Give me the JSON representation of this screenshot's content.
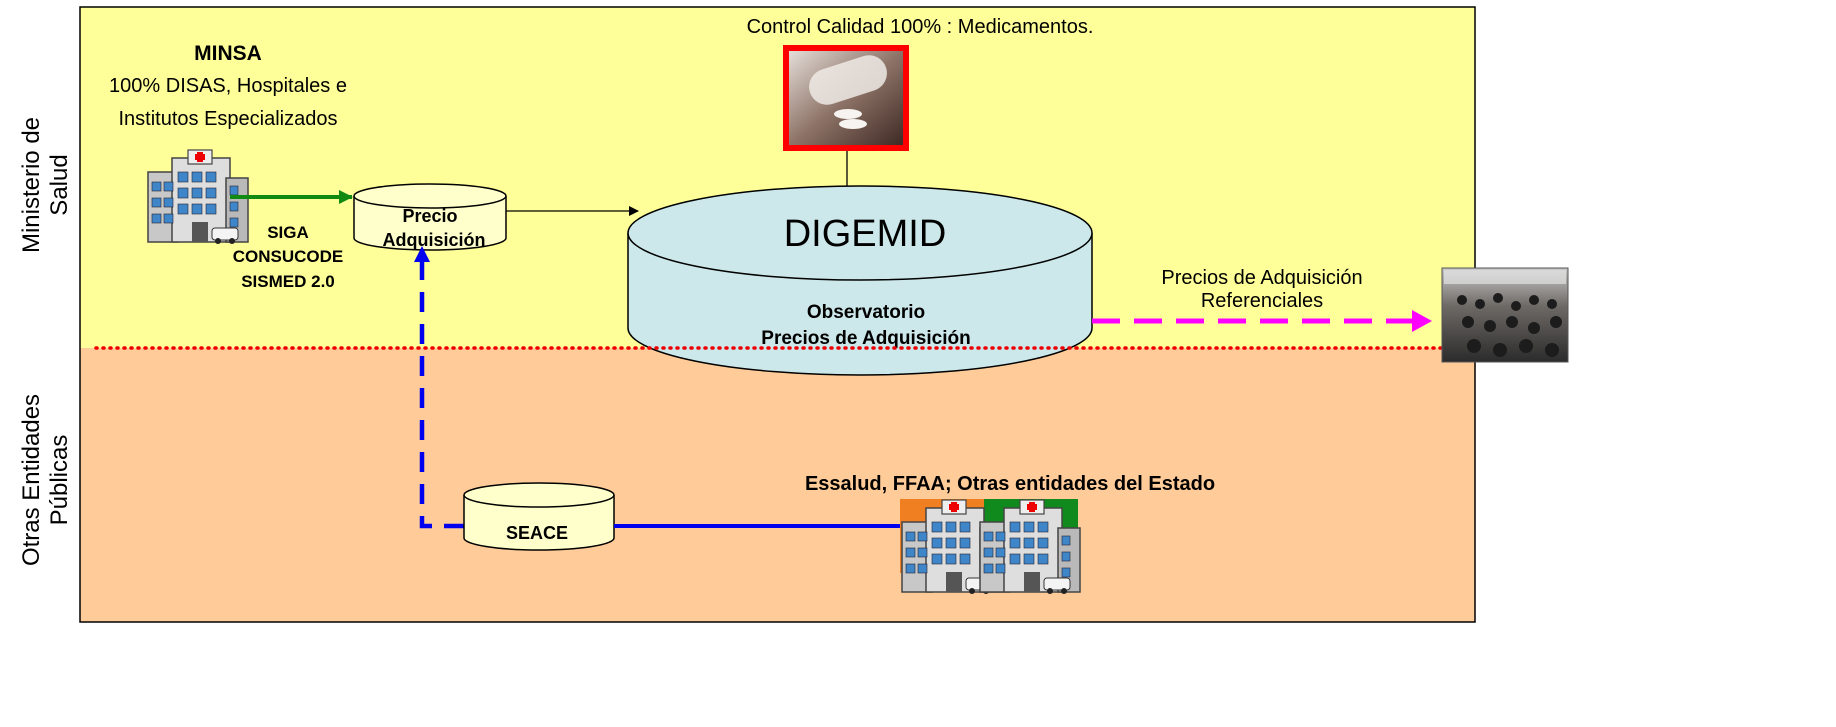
{
  "side_labels": {
    "top": [
      "Ministerio de",
      "Salud"
    ],
    "bottom": [
      "Otras Entidades",
      "Públicas"
    ]
  },
  "minsa": {
    "title": "MINSA",
    "lines": [
      "100% DISAS, Hospitales e",
      "Institutos Especializados"
    ]
  },
  "systems": [
    "SIGA",
    "CONSUCODE",
    "SISMED 2.0"
  ],
  "precio_db": [
    "Precio",
    "Adquisición"
  ],
  "quality": {
    "label": "Control Calidad 100% : Medicamentos."
  },
  "digemid": {
    "title": "DIGEMID",
    "subtitle": [
      "Observatorio",
      "Precios de Adquisición"
    ]
  },
  "output": {
    "lines": [
      "Precios de Adquisición",
      "Referenciales"
    ]
  },
  "seace": {
    "label": "SEACE"
  },
  "other_entities": {
    "label": "Essalud, FFAA; Otras entidades del Estado"
  },
  "colors": {
    "top_band": "#ffff99",
    "bottom_band": "#ffcc99",
    "cylinder": "#cce8ea",
    "small_db": "#ffffcc",
    "green_arrow": "#108a10",
    "blue_dashed": "#0000ee",
    "magenta_arrow": "#ff00ff",
    "divider_dots": "#ee0000",
    "quality_frame": "#ff0000"
  },
  "icons": [
    "hospital-icon",
    "pills-photo",
    "audience-photo"
  ]
}
